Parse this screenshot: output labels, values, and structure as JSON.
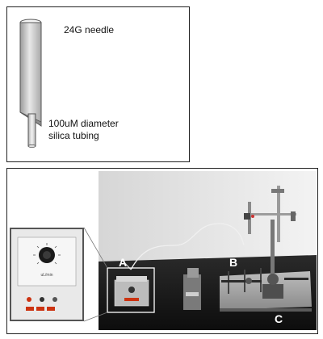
{
  "top_panel": {
    "needle_label": "24G needle",
    "tubing_label_line1": "100uM diameter",
    "tubing_label_line2": "silica tubing"
  },
  "bottom_panel": {
    "label_a": "A",
    "label_b": "B",
    "label_c": "C",
    "inset_text": "uL/min"
  },
  "colors": {
    "needle_fill": "#c8c8c8",
    "needle_stroke": "#555555",
    "wall": "#e6e6e6",
    "table": "#151515",
    "label": "#ffffff",
    "pump_buttons": "#cc3311"
  }
}
